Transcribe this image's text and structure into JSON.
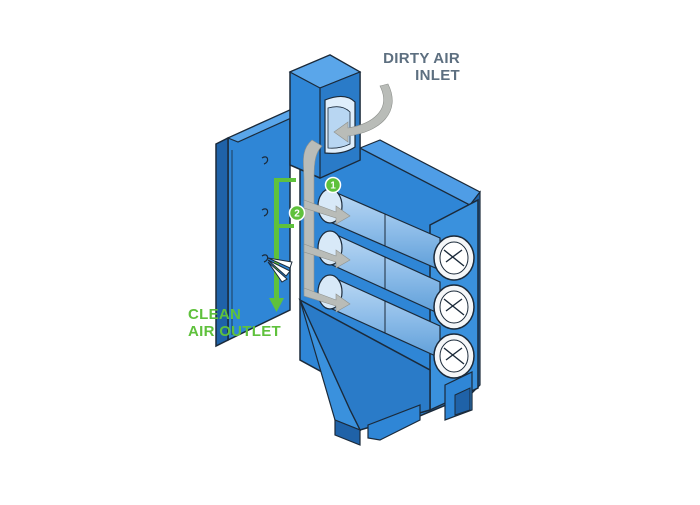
{
  "labels": {
    "dirty_air": [
      "DIRTY AIR",
      "INLET"
    ],
    "clean_air": [
      "CLEAN",
      "AIR OUTLET"
    ]
  },
  "callouts": [
    "1",
    "2"
  ],
  "colors": {
    "housing_blue": "#2f86d6",
    "housing_light": "#4f9de6",
    "housing_dark": "#1f62a8",
    "outline": "#1b2a3a",
    "dirty_arrow": "#b9bcb8",
    "clean_arrow": "#5fc13c",
    "dirty_text": "#5d6f80",
    "clean_text": "#5fc13c",
    "filter_light": "#9cc6ee"
  }
}
